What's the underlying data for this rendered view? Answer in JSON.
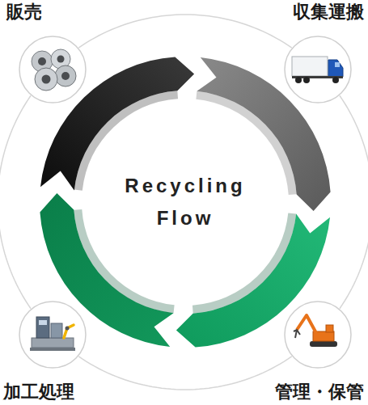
{
  "diagram": {
    "nodes": [
      {
        "text": [
          "販売"
        ]
      },
      {
        "text": [
          "収集運搬"
        ]
      },
      {
        "text": [
          "加工処理"
        ]
      },
      {
        "text": [
          "管理・保管"
        ]
      }
    ],
    "edges": [
      {
        "from": 0,
        "to": 1,
        "arrow": "none"
      },
      {
        "from": 1,
        "to": 3,
        "arrow": "none"
      },
      {
        "from": 3,
        "to": 2,
        "arrow": "none"
      },
      {
        "from": 2,
        "to": 0,
        "arrow": "none"
      }
    ],
    "labels": [
      "Recycling Flow"
    ]
  }
}
